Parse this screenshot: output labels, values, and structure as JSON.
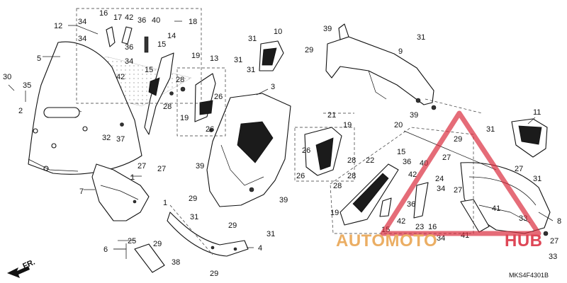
{
  "diagram": {
    "reference_code": "MKS4F4301B",
    "direction_label": "FR.",
    "watermark": {
      "text_left": "AUTOMOTO",
      "text_right": "HUB",
      "color_main": "#e8a14a",
      "color_accent": "#d9283a"
    },
    "callouts": [
      "1",
      "2",
      "3",
      "4",
      "5",
      "6",
      "7",
      "8",
      "9",
      "10",
      "11",
      "12",
      "13",
      "14",
      "15",
      "16",
      "17",
      "18",
      "19",
      "20",
      "21",
      "22",
      "23",
      "24",
      "25",
      "26",
      "27",
      "28",
      "29",
      "30",
      "31",
      "32",
      "33",
      "34",
      "35",
      "36",
      "37",
      "38",
      "39",
      "40",
      "41",
      "42"
    ]
  }
}
